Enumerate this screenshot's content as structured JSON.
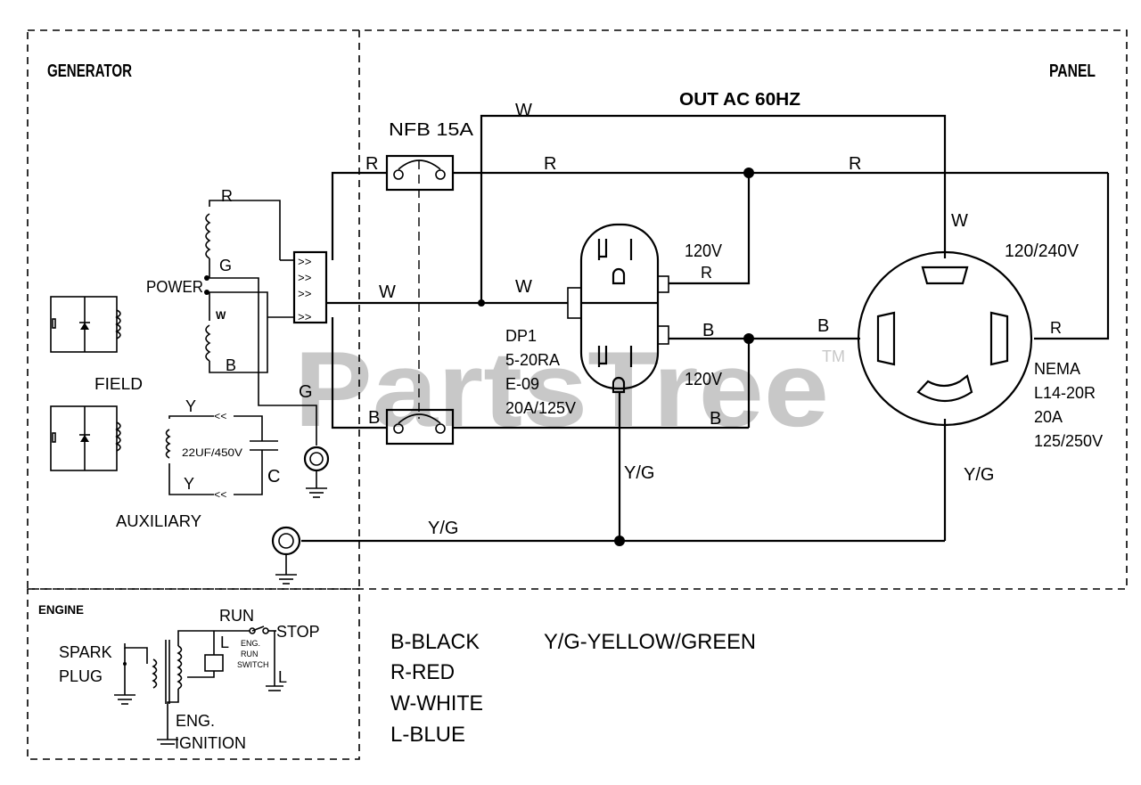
{
  "sections": {
    "generator": "GENERATOR",
    "panel": "PANEL",
    "engine": "ENGINE"
  },
  "labels": {
    "out_ac": "OUT  AC  60HZ",
    "nfb": "NFB 15A",
    "power": "POWER",
    "field": "FIELD",
    "auxiliary": "AUXILIARY",
    "cap": "22UF/450V",
    "cap_c": "C",
    "v120_top": "120V",
    "v120_bottom": "120V",
    "v120_240": "120/240V",
    "spark_plug_1": "SPARK",
    "spark_plug_2": "PLUG",
    "eng_ignition_1": "ENG.",
    "eng_ignition_2": "IGNITION",
    "run": "RUN",
    "stop": "STOP",
    "eng_run_switch_1": "ENG.",
    "eng_run_switch_2": "RUN",
    "eng_run_switch_3": "SWITCH",
    "l_coil": "L",
    "l_wire": "L",
    "watermark": "PartsTree",
    "tm": "TM"
  },
  "receptacle_dp1": [
    "DP1",
    "5-20RA",
    "E-09",
    "20A/125V"
  ],
  "receptacle_nema": [
    "NEMA",
    "L14-20R",
    "20A",
    "125/250V"
  ],
  "wire_labels": {
    "w_top": "W",
    "r_breaker_in": "R",
    "r_mid": "R",
    "r_right": "R",
    "w_right": "W",
    "r_gen": "R",
    "g_gen": "G",
    "w_gen": "W",
    "b_gen": "B",
    "w_bus1": "W",
    "w_bus2": "W",
    "r_120": "R",
    "b_mid1": "B",
    "b_mid2": "B",
    "b_breaker_in": "B",
    "b_lower": "B",
    "r_nema": "R",
    "g_ground": "G",
    "yg_mid": "Y/G",
    "yg_right": "Y/G",
    "yg_bottom": "Y/G",
    "y_aux_top": "Y",
    "y_aux_bottom": "Y"
  },
  "legend": [
    "B-BLACK",
    "R-RED",
    "W-WHITE",
    "L-BLUE",
    "Y/G-YELLOW/GREEN"
  ]
}
